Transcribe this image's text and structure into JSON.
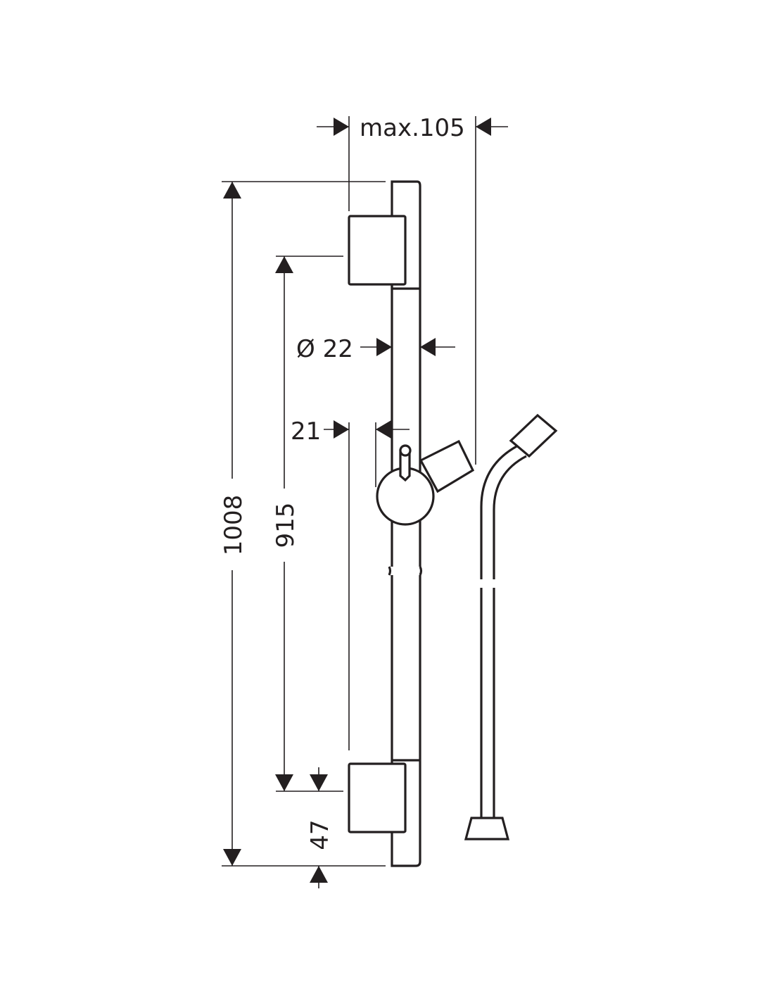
{
  "dimensions": {
    "max_width": "max.105",
    "bar_diameter": "Ø 22",
    "wall_offset": "21",
    "overall_length": "1008",
    "bracket_spacing": "915",
    "bottom_offset": "47"
  },
  "colors": {
    "line": "#231f20",
    "background": "#ffffff"
  }
}
